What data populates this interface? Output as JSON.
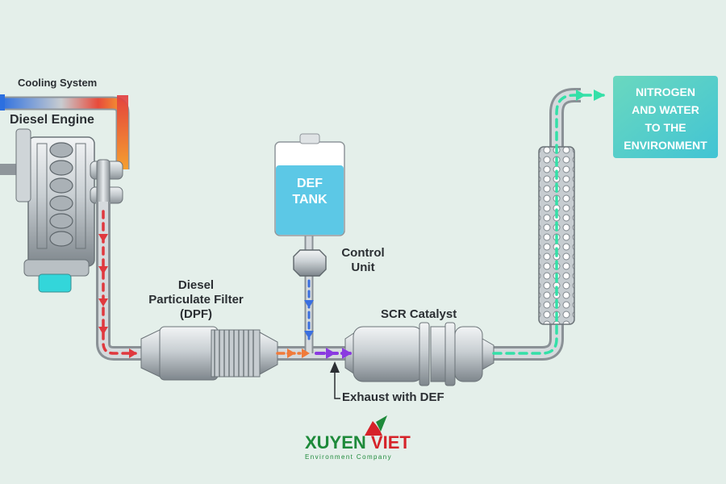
{
  "labels": {
    "cooling_system": "Cooling System",
    "diesel_engine": "Diesel Engine",
    "dpf_line1": "Diesel",
    "dpf_line2": "Particulate Filter",
    "dpf_line3": "(DPF)",
    "def_tank_line1": "DEF",
    "def_tank_line2": "TANK",
    "control_unit_line1": "Control",
    "control_unit_line2": "Unit",
    "scr_catalyst": "SCR Catalyst",
    "exhaust_with_def": "Exhaust with DEF",
    "output_line1": "NITROGEN",
    "output_line2": "AND WATER",
    "output_line3": "TO THE",
    "output_line4": "ENVIRONMENT"
  },
  "brand": {
    "name_part1": "XUYEN ",
    "name_part2": "VIET",
    "subtitle": "Environment Company"
  },
  "colors": {
    "background": "#e4efea",
    "pipe": "#c2c8cc",
    "exhaust_hot": "#e0383e",
    "exhaust_warm": "#f07a3a",
    "def_flow": "#3a6fe0",
    "mixed_flow": "#8a3ae0",
    "clean_flow": "#34e0a8",
    "def_tank": "#5cc8e6",
    "output_box": "#5ad0c8",
    "brand_green": "#1e8a3a",
    "brand_red": "#d6232a"
  },
  "icons": [
    "engine-icon",
    "dpf-icon",
    "def-tank-icon",
    "control-unit-icon",
    "scr-catalyst-icon",
    "muffler-icon",
    "flow-arrow-icon",
    "brand-logo-icon"
  ]
}
